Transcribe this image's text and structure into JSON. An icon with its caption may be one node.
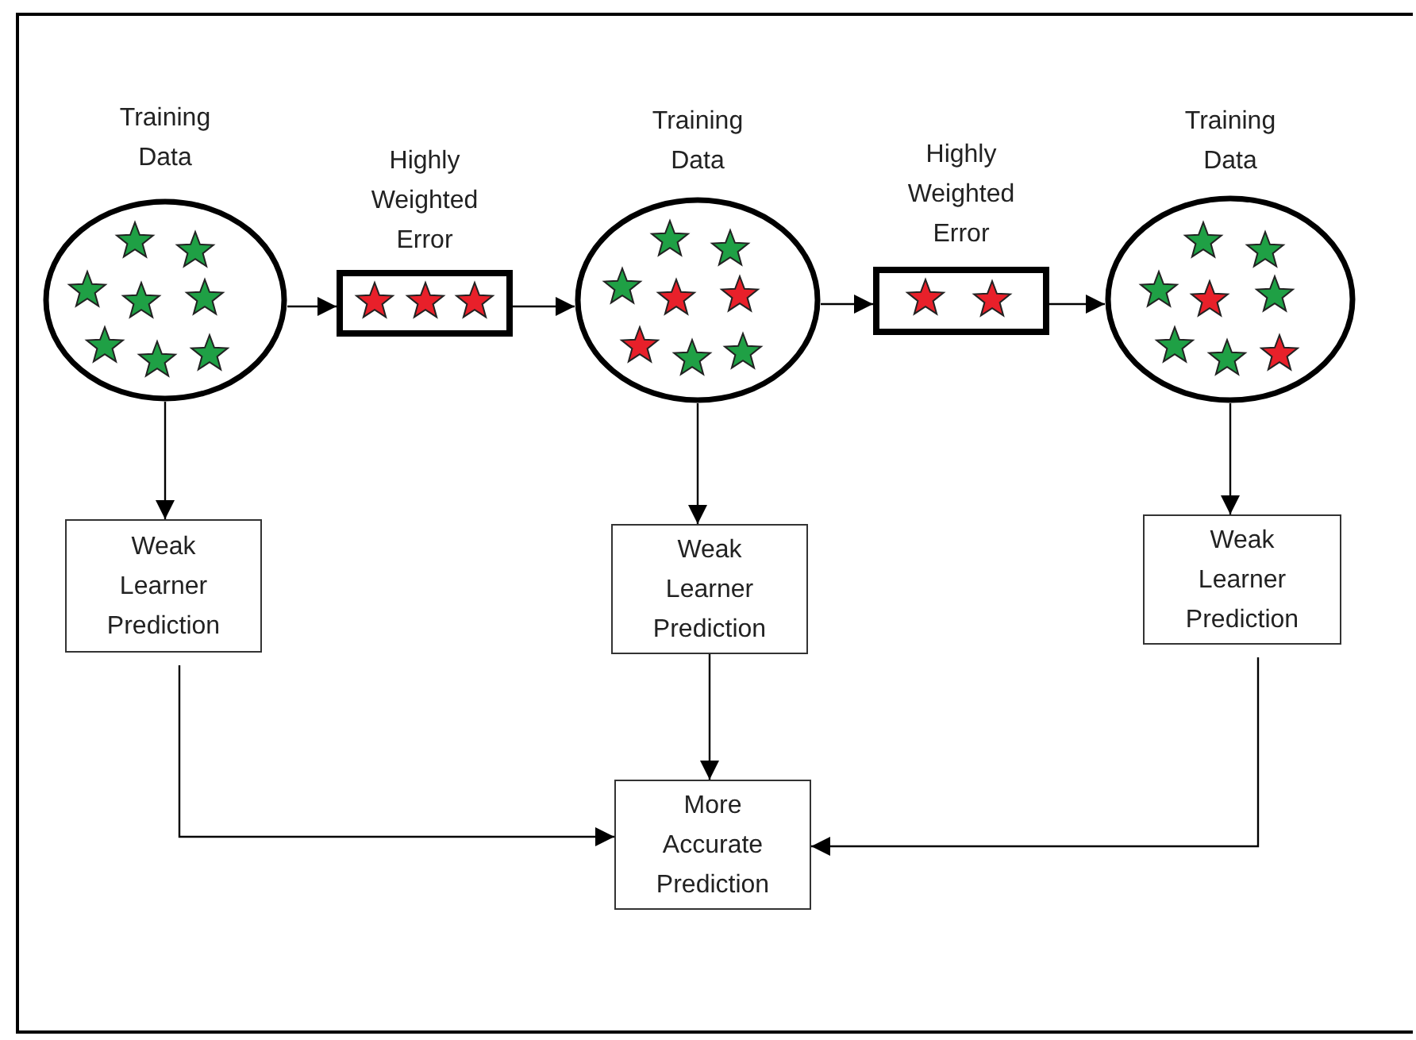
{
  "diagram": {
    "nodes": [
      {
        "text": [
          "Training Data"
        ]
      },
      {
        "text": [
          "Highly Weighted Error"
        ]
      },
      {
        "text": [
          "Training Data"
        ]
      },
      {
        "text": [
          "Highly Weighted Error"
        ]
      },
      {
        "text": [
          "Training Data"
        ]
      },
      {
        "text": [
          "Weak Learner Prediction"
        ]
      },
      {
        "text": [
          "Weak Learner Prediction"
        ]
      },
      {
        "text": [
          "Weak Learner Prediction"
        ]
      },
      {
        "text": [
          "More Accurate Prediction"
        ]
      }
    ],
    "edges": [
      {
        "from": 0,
        "to": 1,
        "arrow": "to"
      },
      {
        "from": 1,
        "to": 2,
        "arrow": "to"
      },
      {
        "from": 2,
        "to": 3,
        "arrow": "to"
      },
      {
        "from": 3,
        "to": 4,
        "arrow": "to"
      },
      {
        "from": 0,
        "to": 5,
        "arrow": "to"
      },
      {
        "from": 2,
        "to": 6,
        "arrow": "to"
      },
      {
        "from": 4,
        "to": 7,
        "arrow": "to"
      },
      {
        "from": 5,
        "to": 8,
        "arrow": "to"
      },
      {
        "from": 6,
        "to": 8,
        "arrow": "to"
      },
      {
        "from": 7,
        "to": 8,
        "arrow": "to"
      }
    ]
  }
}
